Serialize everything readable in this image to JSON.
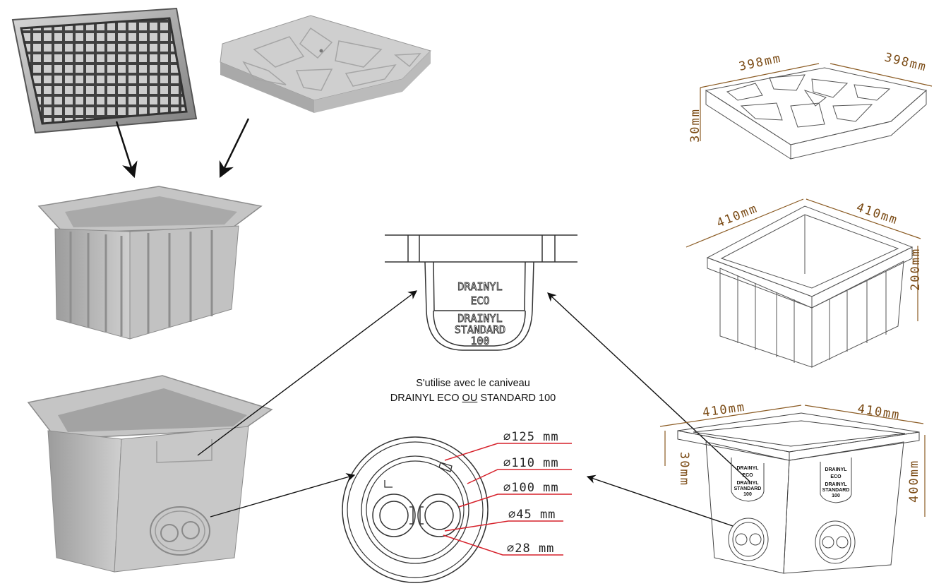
{
  "colors": {
    "dimension_line": "#8a5a22",
    "callout_line": "#d6202a",
    "arrow": "#111111",
    "plastic_grey": "#bdbdbd",
    "outline": "#444444"
  },
  "caption": {
    "line1": "S'utilise avec le caniveau",
    "line2_pre": "DRAINYL ECO ",
    "line2_or": "OU",
    "line2_post": " STANDARD 100"
  },
  "profile_labels": {
    "eco_line1": "DRAINYL",
    "eco_line2": "ECO",
    "std_line1": "DRAINYL",
    "std_line2": "STANDARD",
    "std_line3": "100"
  },
  "cover_dims": {
    "width": "398mm",
    "depth": "398mm",
    "height": "30mm"
  },
  "riser_dims": {
    "width": "410mm",
    "depth": "410mm",
    "height": "200mm"
  },
  "box_dims": {
    "width": "410mm",
    "depth": "410mm",
    "rim": "30mm",
    "height": "400mm"
  },
  "box_labels": {
    "l1": "DRAINYL",
    "l2": "ECO",
    "l3": "DRAINYL",
    "l4": "STANDARD",
    "l5": "100"
  },
  "knockout_diameters": [
    "∅125 mm",
    "∅110 mm",
    "∅100 mm",
    "∅45 mm",
    "∅28 mm"
  ]
}
